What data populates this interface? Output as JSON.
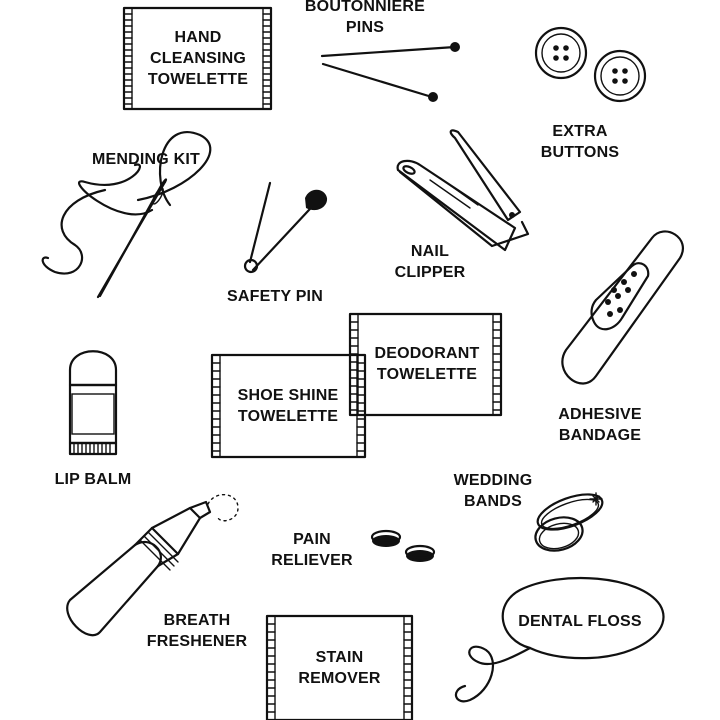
{
  "labels": {
    "hand_cleansing": [
      "HAND",
      "CLEANSING",
      "TOWELETTE"
    ],
    "boutonniere": [
      "BOUTONNIERE",
      "PINS"
    ],
    "extra_buttons": [
      "EXTRA",
      "BUTTONS"
    ],
    "mending_kit": [
      "MENDING KIT"
    ],
    "safety_pin": [
      "SAFETY PIN"
    ],
    "nail_clipper": [
      "NAIL",
      "CLIPPER"
    ],
    "deodorant": [
      "DEODORANT",
      "TOWELETTE"
    ],
    "shoe_shine": [
      "SHOE SHINE",
      "TOWELETTE"
    ],
    "adhesive_bandage": [
      "ADHESIVE",
      "BANDAGE"
    ],
    "lip_balm": [
      "LIP BALM"
    ],
    "wedding_bands": [
      "WEDDING",
      "BANDS"
    ],
    "pain_reliever": [
      "PAIN",
      "RELIEVER"
    ],
    "breath_freshener": [
      "BREATH",
      "FRESHENER"
    ],
    "stain_remover": [
      "STAIN",
      "REMOVER"
    ],
    "dental_floss": [
      "DENTAL FLOSS"
    ]
  },
  "colors": {
    "ink": "#111111",
    "background": "#ffffff"
  },
  "icons": [
    "towelette-packet-icon",
    "pins-icon",
    "buttons-icon",
    "needle-thread-icon",
    "safety-pin-icon",
    "nail-clipper-icon",
    "bandage-icon",
    "lip-balm-icon",
    "rings-icon",
    "pills-icon",
    "dropper-bottle-icon",
    "floss-icon"
  ]
}
